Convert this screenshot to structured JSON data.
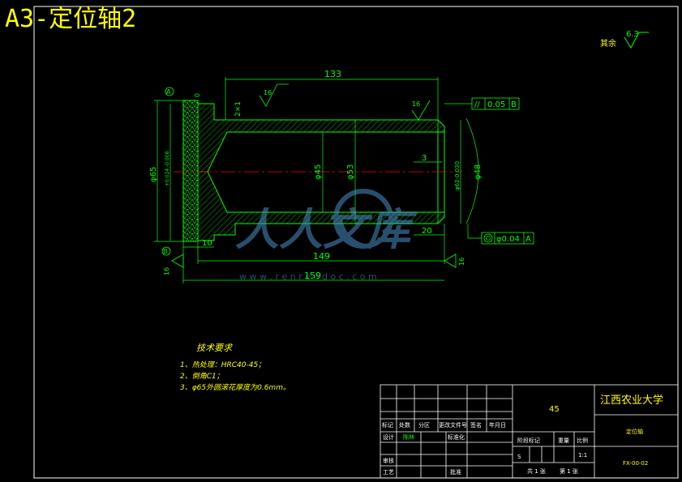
{
  "header": {
    "title": "A3-定位轴2",
    "surface_finish_label": "其余",
    "surface_finish_value": "6.3"
  },
  "dimensions": {
    "overall_length": "159",
    "body_length": "149",
    "bore_length": "133",
    "flange_width": "10",
    "end_step": "20",
    "chamfer": "3",
    "dia_outer": "φ65",
    "dia_mid": "φ53",
    "dia_bore": "φ45",
    "dia_small_end": "φ48",
    "flange_tol": "+0.024\n-0.008",
    "shaft_tol": "φ62-0.030",
    "chamfer_label": "2×1",
    "rough_16_a": "16",
    "rough_16_b": "16",
    "rough_16_c": "16",
    "rough_16_d": "16",
    "rough_16_e": "16",
    "small_left": "0",
    "datum_a": "A",
    "datum_b": "B"
  },
  "tolerances": {
    "parallel_symbol": "//",
    "parallel_value": "0.05",
    "parallel_datum": "B",
    "concentric_value": "φ0.04",
    "concentric_datum": "A"
  },
  "tech_requirements": {
    "heading": "技术要求",
    "items": [
      "1、热处理：HRC40-45；",
      "2、倒角C1；",
      "3、φ65外圆滚花厚度为0.6mm。"
    ]
  },
  "title_block": {
    "material": "45",
    "university": "江西农业大学",
    "part_name": "定位轴",
    "drawing_no": "FX-00-02",
    "scale": "1:1",
    "sheet_total": "共 1 张",
    "sheet_no": "第 1 张",
    "header_labels": [
      "标记",
      "处数",
      "分区",
      "更改文件号",
      "签名",
      "年月日"
    ],
    "design": "设计",
    "design_name": "陈林",
    "standardize": "标准化",
    "review": "审核",
    "process": "工艺",
    "approve": "批准",
    "stage_mark": "阶段标记",
    "weight": "重量",
    "scale_label": "比例",
    "stage_s": "S"
  },
  "watermark": {
    "text": "人人文库",
    "url": "w w w . r e n r e n d o c . c o m"
  },
  "colors": {
    "line": "#00ff00",
    "text_yellow": "#ffff00",
    "frame": "#ffffff",
    "centerline": "#ff0000",
    "watermark": "#4a90c8"
  }
}
